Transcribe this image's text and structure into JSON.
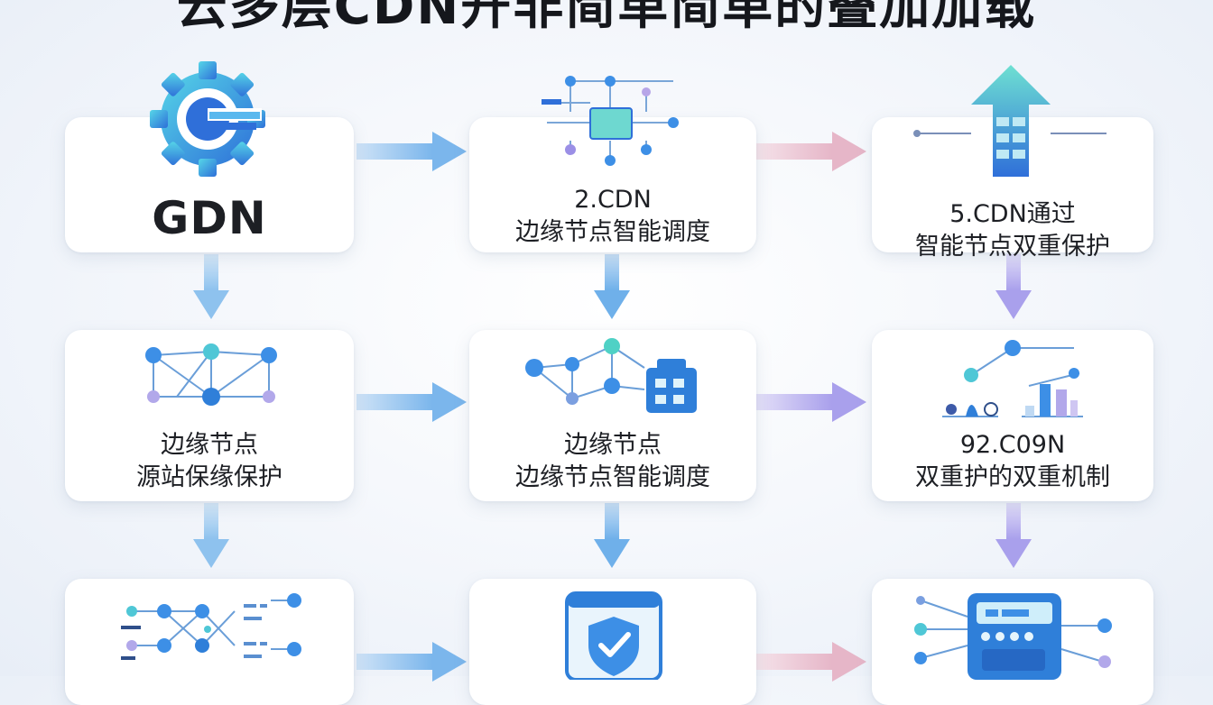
{
  "title": "云多层CDN开非简单简单的叠加加载",
  "colors": {
    "blue": "#3d8fe6",
    "teal": "#4fd1c5",
    "purple": "#9b8fe6",
    "arrow_blue": "#7bb6ec",
    "arrow_pink": "#e6b6c8",
    "arrow_purple": "#a9a0ec"
  },
  "cards": {
    "c1": {
      "line1": "GDN",
      "icon": "gear-g-logo-icon"
    },
    "c2": {
      "line1": "2.CDN",
      "line2": "边缘节点智能调度",
      "icon": "circuit-chip-icon"
    },
    "c3": {
      "line1": "5.CDN通过",
      "line2": "智能节点双重保护",
      "icon": "server-arrow-up-icon"
    },
    "c4": {
      "line1": "边缘节点",
      "line2": "源站保缘保护",
      "icon": "mesh-network-icon"
    },
    "c5": {
      "line1": "边缘节点",
      "line2": "边缘节点智能调度",
      "icon": "network-building-icon"
    },
    "c6": {
      "line1": "92.C09N",
      "line2": "双重护的双重机制",
      "icon": "analytics-chart-icon"
    },
    "c7": {
      "icon": "data-flow-icon"
    },
    "c8": {
      "icon": "shield-check-icon"
    },
    "c9": {
      "icon": "control-panel-icon"
    }
  }
}
